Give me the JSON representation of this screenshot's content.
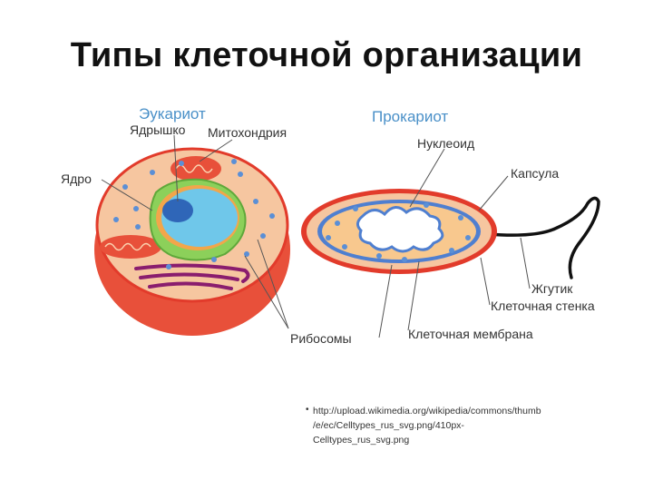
{
  "slide": {
    "title": "Типы клеточной организации"
  },
  "diagram": {
    "eukaryote_heading": "Эукариот",
    "prokaryote_heading": "Прокариот",
    "labels": {
      "nucleolus": "Ядрышко",
      "mitochondria": "Митохондрия",
      "nucleus": "Ядро",
      "ribosomes": "Рибосомы",
      "nucleoid": "Нуклеоид",
      "capsule": "Капсула",
      "flagellum": "Жгутик",
      "cell_wall": "Клеточная стенка",
      "cell_membrane": "Клеточная мембрана"
    },
    "colors": {
      "heading": "#4a90c8",
      "euk_cytoplasm": "#f7c7a1",
      "euk_edge": "#e23b2b",
      "nucleus": "#6fc7ea",
      "nucleolus": "#2f66b8",
      "er": "#8cd05a",
      "golgi": "#8a1d6e",
      "pro_cytoplasm": "#f7c89a",
      "pro_wall": "#e23b2b",
      "pro_membrane": "#4f7fd0",
      "ribosome": "#5b8fd6"
    }
  },
  "source": {
    "bullet": "•",
    "line1": "http://upload.wikimedia.org/wikipedia/commons/thumb",
    "line2": "/e/ec/Celltypes_rus_svg.png/410px-",
    "line3": "Celltypes_rus_svg.png"
  }
}
